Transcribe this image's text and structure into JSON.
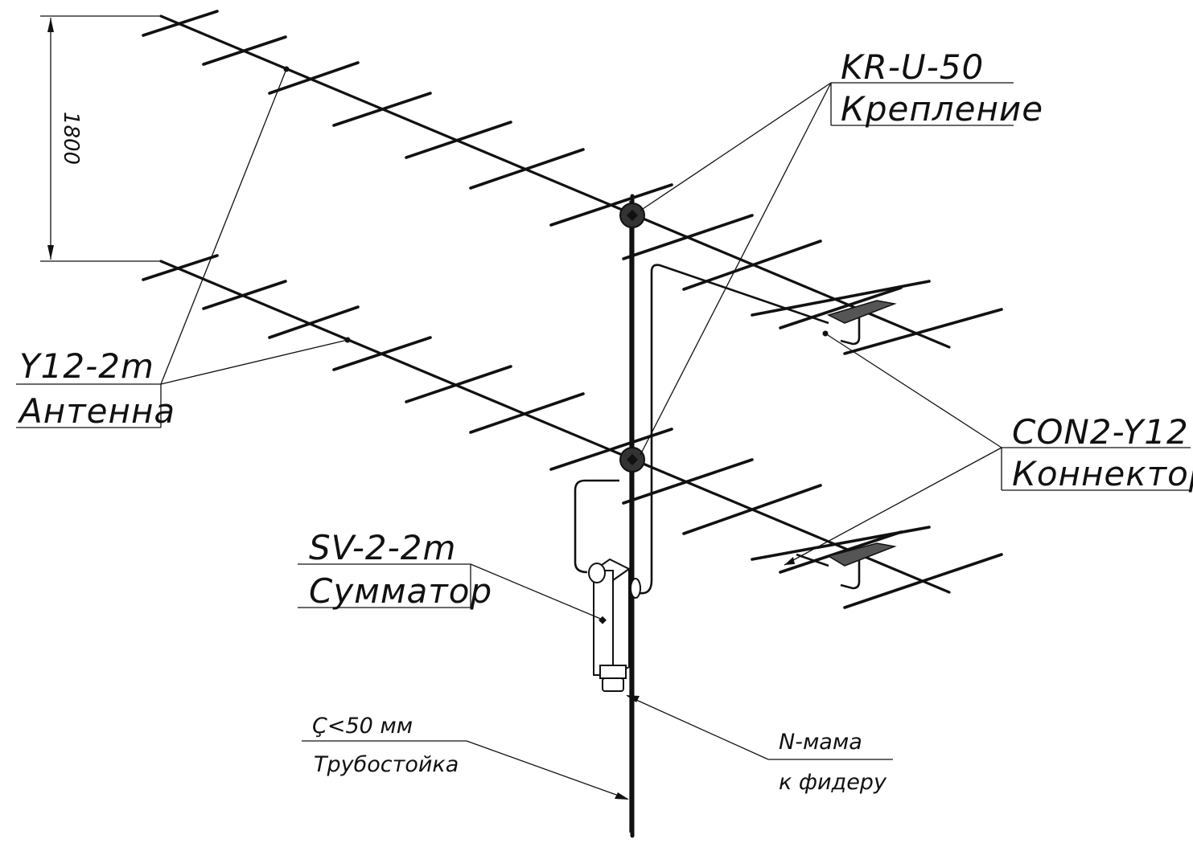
{
  "dimension": {
    "value": "1800"
  },
  "labels": {
    "antenna": {
      "model": "Y12-2m",
      "name": "Антенна"
    },
    "mount": {
      "model": "KR-U-50",
      "name": "Крепление"
    },
    "connector": {
      "model": "CON2-Y12",
      "name": "Коннектор"
    },
    "combiner": {
      "model": "SV-2-2m",
      "name": "Сумматор"
    },
    "mast": {
      "spec": "Ç<50 мм",
      "name": "Трубостойка"
    },
    "feeder": {
      "spec": "N-мама",
      "name": "к фидеру"
    }
  }
}
